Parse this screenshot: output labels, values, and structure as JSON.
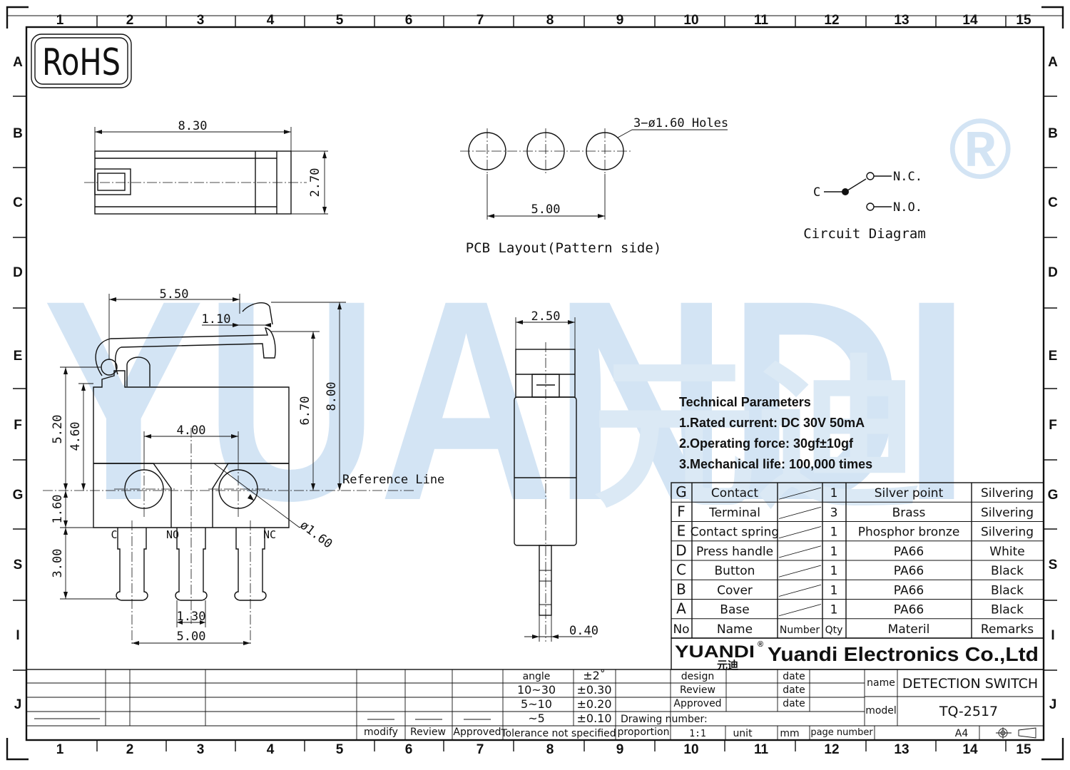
{
  "colors": {
    "line": "#111111",
    "watermark": "#cfe0f1",
    "watermark_green": "#d8ecd2"
  },
  "border": {
    "columns": [
      "1",
      "2",
      "3",
      "4",
      "5",
      "6",
      "7",
      "8",
      "9",
      "10",
      "11",
      "12",
      "13",
      "14",
      "15"
    ],
    "rows": [
      "A",
      "B",
      "C",
      "D",
      "E",
      "F",
      "G",
      "S",
      "I",
      "J"
    ]
  },
  "logo": {
    "rohs": "RoHS"
  },
  "watermark": {
    "brand": "YUANDI",
    "cn": "元迪",
    "reg": "®"
  },
  "top_view": {
    "width": "8.30",
    "height": "2.70"
  },
  "pcb": {
    "holes": "3−ø1.60  Holes",
    "pitch": "5.00",
    "caption": "PCB  Layout(Pattern  side)"
  },
  "circuit": {
    "c": "C",
    "nc": "N.C.",
    "no": "N.O.",
    "caption": "Circuit  Diagram"
  },
  "front_view": {
    "d_5_50": "5.50",
    "d_1_10": "1.10",
    "d_8_00": "8.00",
    "d_6_70": "6.70",
    "d_5_20": "5.20",
    "d_4_60": "4.60",
    "d_4_00": "4.00",
    "d_1_60": "1.60",
    "d_3_00": "3.00",
    "d_1_30": "1.30",
    "d_5_00": "5.00",
    "d_hole": "ø1.60",
    "ref_line": "Reference  Line",
    "term_c": "C",
    "term_no": "NO",
    "term_nc": "NC"
  },
  "side_view": {
    "width": "2.50",
    "pin": "0.40"
  },
  "tech": {
    "title": "Technical Parameters",
    "lines": [
      "1.Rated current: DC 30V 50mA",
      "2.Operating force: 30gf±10gf",
      "3.Mechanical life: 100,000 times"
    ]
  },
  "bom": {
    "rows": [
      [
        "G",
        "Contact",
        "1",
        "Silver point",
        "Silvering"
      ],
      [
        "F",
        "Terminal",
        "3",
        "Brass",
        "Silvering"
      ],
      [
        "E",
        "Contact spring",
        "1",
        "Phosphor bronze",
        "Silvering"
      ],
      [
        "D",
        "Press handle",
        "1",
        "PA66",
        "White"
      ],
      [
        "C",
        "Button",
        "1",
        "PA66",
        "Black"
      ],
      [
        "B",
        "Cover",
        "1",
        "PA66",
        "Black"
      ],
      [
        "A",
        "Base",
        "1",
        "PA66",
        "Black"
      ]
    ],
    "header": [
      "No",
      "Name",
      "Number",
      "Qty",
      "Materil",
      "Remarks"
    ]
  },
  "company": {
    "logo": "YUANDI",
    "logo_cn": "元迪",
    "logo_reg": "®",
    "name": "Yuandi Electronics Co.,Ltd"
  },
  "title_block": {
    "tol_labels": [
      "angle",
      "10~30",
      "5~10",
      "~5"
    ],
    "tol_values": [
      "±2˚",
      "±0.30",
      "±0.20",
      "±0.10"
    ],
    "tol_caption": "Tolerance not specified",
    "sign": [
      "modify",
      "Review",
      "Approved"
    ],
    "roles": [
      "design",
      "Review",
      "Approved"
    ],
    "date": "date",
    "drawing_number": "Drawing number:",
    "proportion": "proportion",
    "scale": "1:1",
    "unit": "unit",
    "mm": "mm",
    "page_number": "page number",
    "size": "A4",
    "name_label": "name",
    "name_value": "DETECTION SWITCH",
    "model_label": "model",
    "model_value": "TQ-2517"
  }
}
